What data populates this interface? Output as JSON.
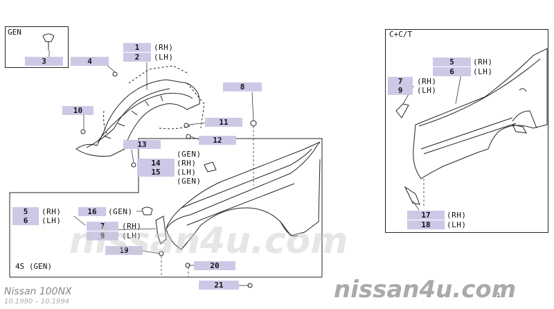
{
  "boxes": {
    "gen_label": "GEN",
    "cct_label": "C+C/T",
    "four_s_label": "4S (GEN)"
  },
  "parts": [
    {
      "id": "p3",
      "num": "3",
      "notes": []
    },
    {
      "id": "p4",
      "num": "4",
      "notes": []
    },
    {
      "id": "p1",
      "num": "1",
      "notes": [
        "(RH)"
      ]
    },
    {
      "id": "p2",
      "num": "2",
      "notes": [
        "(LH)"
      ]
    },
    {
      "id": "p8",
      "num": "8",
      "notes": []
    },
    {
      "id": "p10",
      "num": "10",
      "notes": []
    },
    {
      "id": "p11",
      "num": "11",
      "notes": []
    },
    {
      "id": "p12",
      "num": "12",
      "notes": []
    },
    {
      "id": "p13",
      "num": "13",
      "notes": []
    },
    {
      "id": "p14",
      "num": "14",
      "notes": [
        "(RH)"
      ]
    },
    {
      "id": "p15",
      "num": "15",
      "notes": [
        "(LH)"
      ]
    },
    {
      "id": "p5a",
      "num": "5",
      "notes": [
        "(RH)"
      ]
    },
    {
      "id": "p6a",
      "num": "6",
      "notes": [
        "(LH)"
      ]
    },
    {
      "id": "p7a",
      "num": "7",
      "notes": [
        "(RH)"
      ]
    },
    {
      "id": "p9a",
      "num": "9",
      "notes": [
        "(LH)"
      ]
    },
    {
      "id": "p17",
      "num": "17",
      "notes": [
        "(RH)"
      ]
    },
    {
      "id": "p18",
      "num": "18",
      "notes": [
        "(LH)"
      ]
    },
    {
      "id": "p5b",
      "num": "5",
      "notes": [
        "(RH)"
      ]
    },
    {
      "id": "p6b",
      "num": "6",
      "notes": [
        "(LH)"
      ]
    },
    {
      "id": "p16",
      "num": "16",
      "notes": [
        "(GEN)"
      ]
    },
    {
      "id": "p7b",
      "num": "7",
      "notes": [
        "(RH)"
      ]
    },
    {
      "id": "p9b",
      "num": "9",
      "notes": [
        "(LH)"
      ]
    },
    {
      "id": "p19",
      "num": "19",
      "notes": []
    },
    {
      "id": "p20",
      "num": "20",
      "notes": []
    },
    {
      "id": "p21",
      "num": "21",
      "notes": []
    }
  ],
  "extra_notes": {
    "gen_14": "(GEN)",
    "gen_15": "(GEN)"
  },
  "footer": {
    "model": "Nissan 100NX",
    "dates": "10.1990 – 10.1994",
    "page": "1"
  },
  "watermark": {
    "center": "nissan4u.com",
    "corner": "nissan4u.com"
  }
}
